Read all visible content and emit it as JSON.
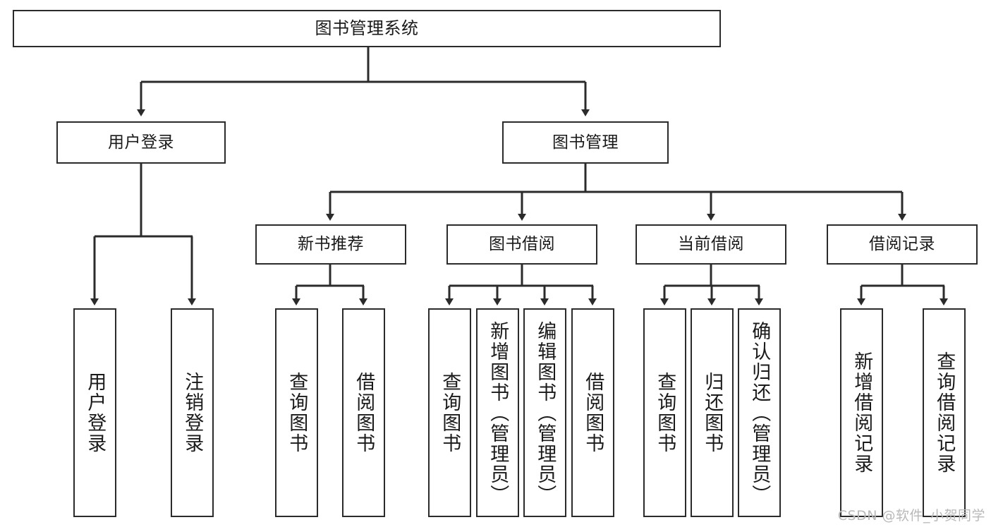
{
  "diagram": {
    "type": "tree",
    "title": "图书管理系统",
    "root": {
      "label": "图书管理系统"
    },
    "level2": [
      {
        "label": "用户登录"
      },
      {
        "label": "图书管理"
      }
    ],
    "level3": [
      {
        "label": "新书推荐"
      },
      {
        "label": "图书借阅"
      },
      {
        "label": "当前借阅"
      },
      {
        "label": "借阅记录"
      }
    ],
    "leaves": {
      "user_login": [
        {
          "label": "用户登录"
        },
        {
          "label": "注销登录"
        }
      ],
      "new_book_recommend": [
        {
          "label": "查询图书"
        },
        {
          "label": "借阅图书"
        }
      ],
      "book_borrow": [
        {
          "label": "查询图书"
        },
        {
          "label": "新增图书（管理员）"
        },
        {
          "label": "编辑图书（管理员）"
        },
        {
          "label": "借阅图书"
        }
      ],
      "current_borrow": [
        {
          "label": "查询图书"
        },
        {
          "label": "归还图书"
        },
        {
          "label": "确认归还（管理员）"
        }
      ],
      "borrow_record": [
        {
          "label": "新增借阅记录"
        },
        {
          "label": "查询借阅记录"
        }
      ]
    },
    "watermark": "CSDN @软件_小贺同学",
    "colors": {
      "stroke": "#2b2b2b",
      "fill": "#ffffff",
      "text": "#1a1a1a",
      "watermark": "#b9b9b9"
    }
  }
}
